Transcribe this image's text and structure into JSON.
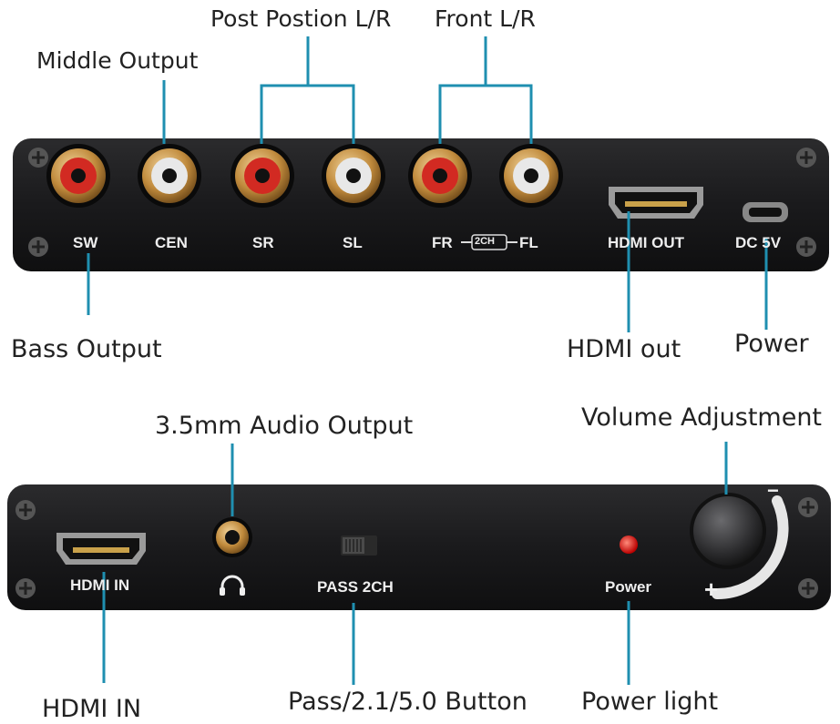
{
  "callouts": {
    "post_position": "Post Postion L/R",
    "front": "Front L/R",
    "middle_output": "Middle Output",
    "bass_output": "Bass Output",
    "hdmi_out": "HDMI out",
    "power": "Power",
    "audio_35": "3.5mm Audio Output",
    "volume": "Volume Adjustment",
    "hdmi_in": "HDMI IN",
    "pass_button": "Pass/2.1/5.0 Button",
    "power_light": "Power light"
  },
  "top_panel": {
    "sw": "SW",
    "cen": "CEN",
    "sr": "SR",
    "sl": "SL",
    "fr": "FR",
    "two_ch": "2CH",
    "fl": "FL",
    "hdmi_out": "HDMI  OUT",
    "dc": "DC  5V"
  },
  "bottom_panel": {
    "hdmi_in": "HDMI IN",
    "pass": "PASS  2CH",
    "power": "Power",
    "minus": "−",
    "plus": "+"
  },
  "colors": {
    "callout_line": "#1f8fb0",
    "panel": "#1c1c1e",
    "rca_red": "#d22a22",
    "rca_white": "#e8e8e8",
    "rca_gold": "#c99a45",
    "led": "#e02020"
  }
}
